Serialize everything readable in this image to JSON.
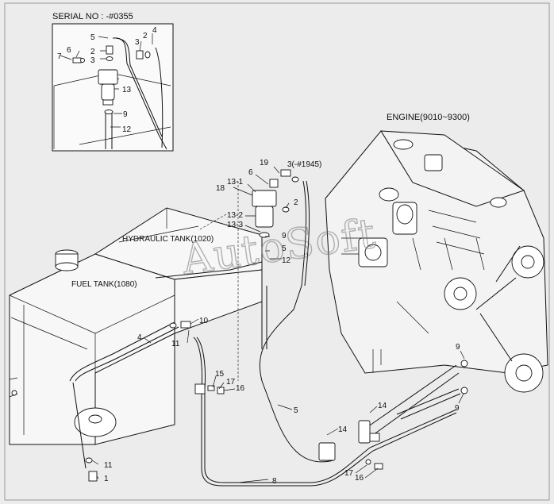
{
  "titles": {
    "serial": "SERIAL NO : -#0355",
    "engine": "ENGINE(9010~9300)",
    "hydraulic_tank": "HYDRAULIC TANK(1020)",
    "fuel_tank": "FUEL TANK(1080)",
    "serial_ref": "3(-#1945)"
  },
  "watermark": "AutoSoft",
  "callouts": {
    "inset": {
      "n5": "5",
      "n6": "6",
      "n7": "7",
      "n2a": "2",
      "n3a": "3",
      "n3b": "3",
      "n2b": "2",
      "n4": "4",
      "n13": "13",
      "n9": "9",
      "n12": "12"
    },
    "mid": {
      "n19": "19",
      "n6": "6",
      "n18": "18",
      "n13_1": "13-1",
      "n2": "2",
      "n13_2": "13-2",
      "n13_3": "13-3",
      "n9": "9",
      "n5": "5",
      "n12": "12"
    },
    "lower": {
      "n10": "10",
      "n11a": "11",
      "n4": "4",
      "n15": "15",
      "n17a": "17",
      "n16a": "16",
      "n5": "5",
      "n14a": "14",
      "n14b": "14",
      "n11b": "11",
      "n1": "1",
      "n8": "8",
      "n17b": "17",
      "n16b": "16",
      "n9a": "9",
      "n9b": "9"
    }
  }
}
